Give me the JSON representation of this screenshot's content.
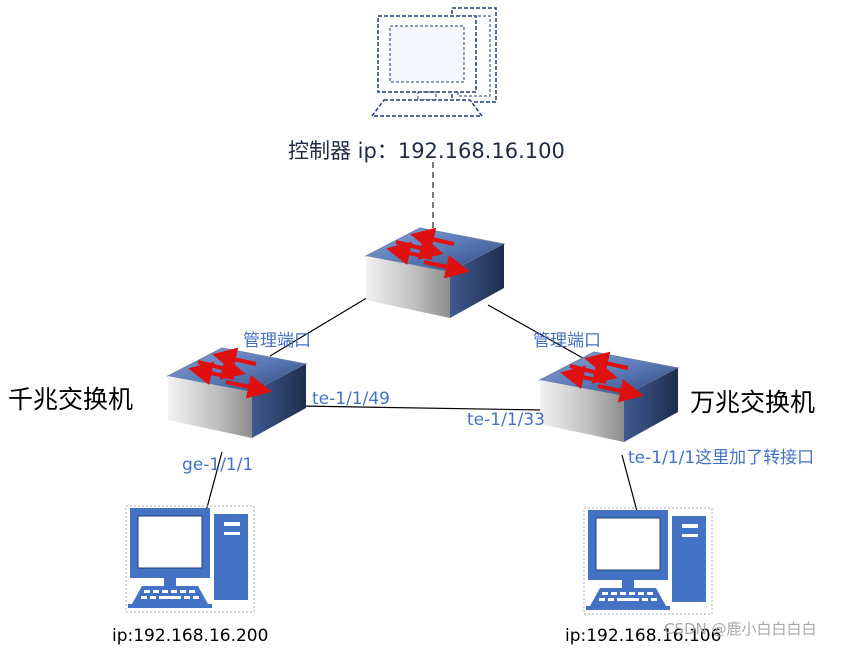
{
  "controller_label": "控制器 ip：192.168.16.100",
  "gigabit_switch_label": "千兆交换机",
  "ten_gigabit_switch_label": "万兆交换机",
  "mgmt_port_left": "管理端口",
  "mgmt_port_right": "管理端口",
  "port_te_49": "te-1/1/49",
  "port_te_33": "te-1/1/33",
  "port_ge_1": "ge-1/1/1",
  "port_te_1_note": "te-1/1/1这里加了转接口",
  "host_left_ip": "ip:192.168.16.200",
  "host_right_ip": "ip:192.168.16.106",
  "watermark": "CSDN @鹿小白白白白",
  "colors": {
    "label_blue": "#4472c4",
    "switch_top": "#5b7bb8",
    "switch_side": "#2d3f66",
    "arrow_red": "#e01010",
    "pc_blue": "#4472c4"
  }
}
